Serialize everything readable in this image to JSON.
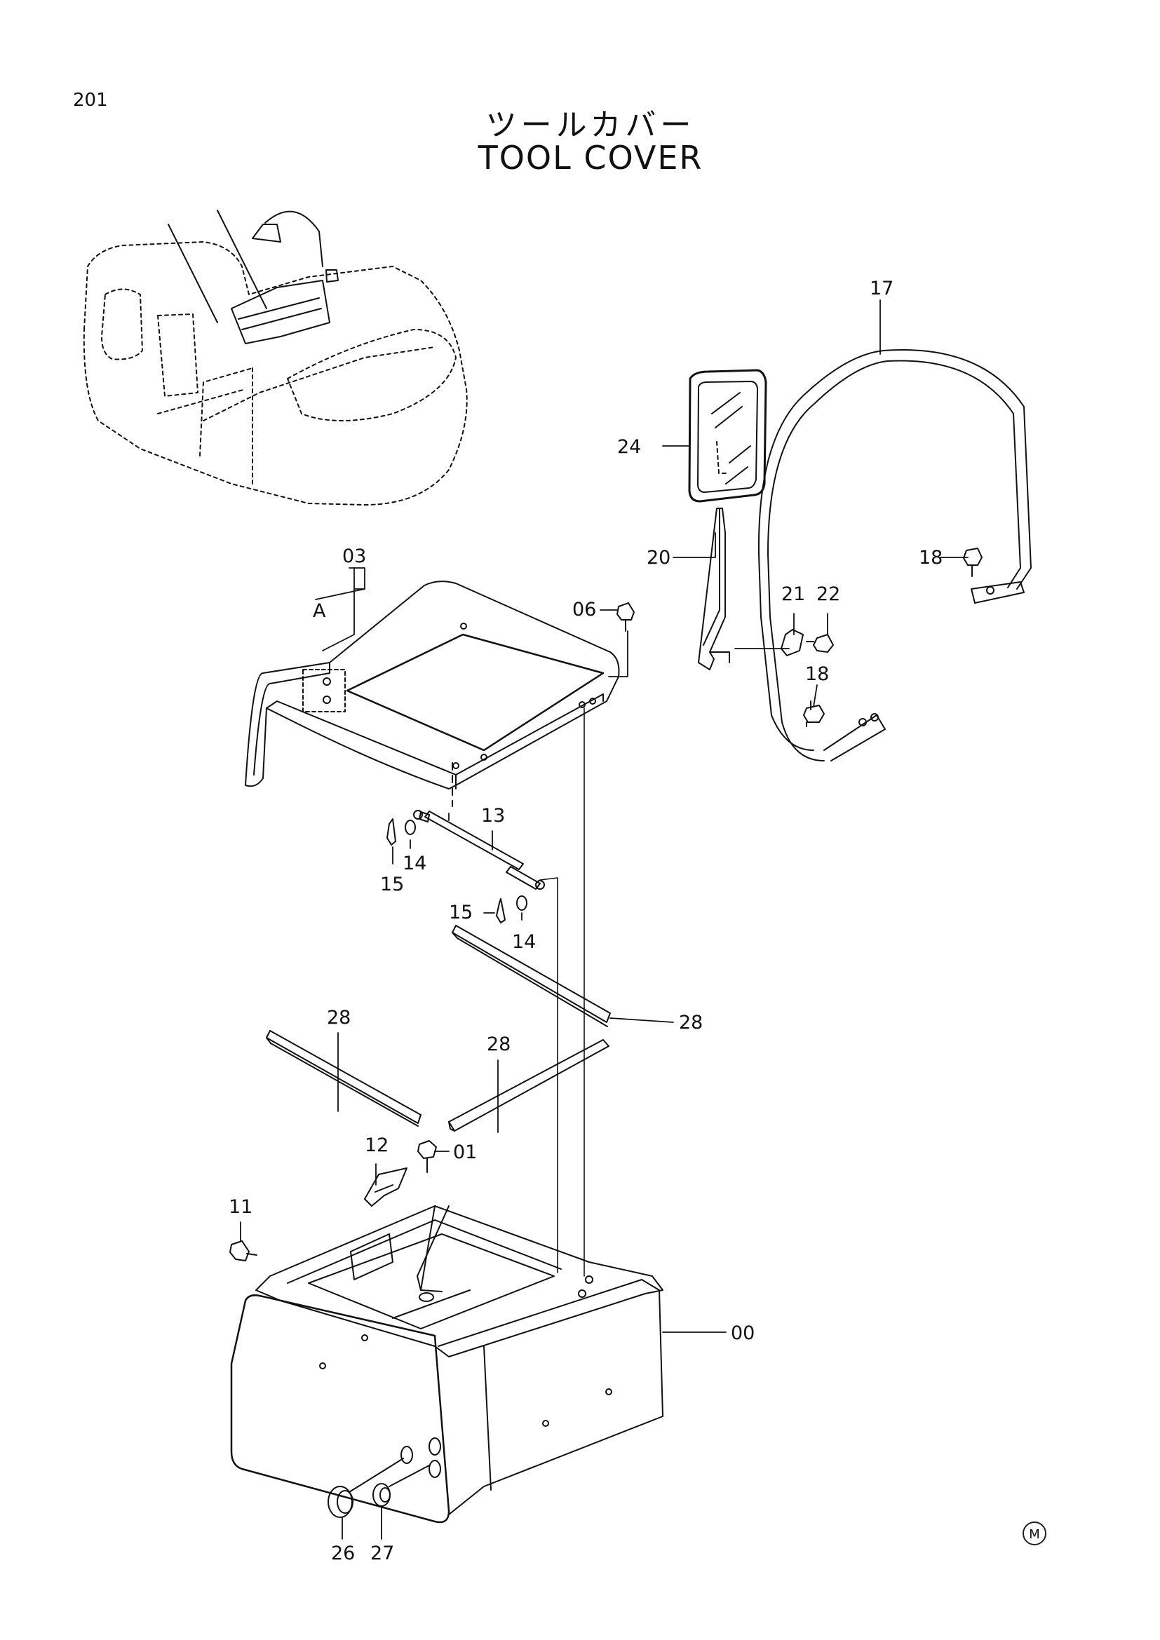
{
  "page": {
    "number": "201"
  },
  "title": {
    "japanese": "ツールカバー",
    "english": "TOOL COVER"
  },
  "callouts": {
    "c00": "00",
    "c01": "01",
    "c03": "03",
    "c06": "06",
    "c11": "11",
    "c12": "12",
    "c13": "13",
    "c14a": "14",
    "c14b": "14",
    "c15a": "15",
    "c15b": "15",
    "c17": "17",
    "c18a": "18",
    "c18b": "18",
    "c20": "20",
    "c21": "21",
    "c22": "22",
    "c24": "24",
    "c26": "26",
    "c27": "27",
    "c28a": "28",
    "c28b": "28",
    "c28c": "28",
    "view_a": "A"
  },
  "footer_mark": "M"
}
